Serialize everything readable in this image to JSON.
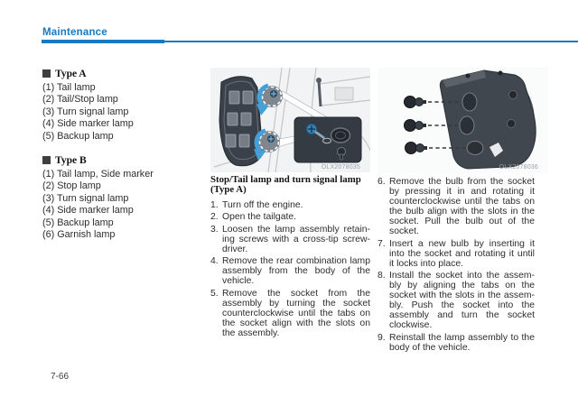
{
  "colors": {
    "accent_blue": "#1879c2",
    "illustration_dark": "#3a414a",
    "arrow_blue": "#44a0d8"
  },
  "icons": {
    "square_bullet": "■",
    "counterclockwise_arrow": "curved-blue-arrow",
    "callout_wedge": "white-pointer-arrow"
  },
  "header": {
    "section_title": "Maintenance"
  },
  "page": {
    "number": "7-66"
  },
  "left_panel": {
    "type_a": {
      "title": "Type A",
      "items": [
        "(1) Tail lamp",
        "(2) Tail/Stop lamp",
        "(3) Turn signal lamp",
        "(4) Side marker lamp",
        "(5) Backup lamp"
      ]
    },
    "type_b": {
      "title": "Type B",
      "items": [
        "(1) Tail lamp, Side marker",
        "(2) Stop lamp",
        "(3) Turn signal lamp",
        "(4) Side marker lamp",
        "(5) Backup lamp",
        "(6) Garnish lamp"
      ]
    }
  },
  "middle_panel": {
    "figure_code": "OLX2078035",
    "caption": {
      "line1": "Stop/Tail lamp and turn signal lamp",
      "line2": "(Type A)"
    },
    "steps": [
      {
        "num": "1.",
        "text": "Turn off the engine."
      },
      {
        "num": "2.",
        "text": "Open the tailgate."
      },
      {
        "num": "3.",
        "text": "Loosen the lamp assembly retain­ing screws with a cross-tip screw­driver."
      },
      {
        "num": "4.",
        "text": "Remove the rear combination lamp assembly from the body of the vehicle."
      },
      {
        "num": "5.",
        "text": "Remove the socket from the assembly by turning the socket counterclockwise until the tabs on the socket align with the slots on the assembly."
      }
    ]
  },
  "right_panel": {
    "figure_code": "OLX2078036",
    "steps": [
      {
        "num": "6.",
        "text": "Remove the bulb from the socket by pressing it in and rotating it counterclockwise until the tabs on the bulb align with the slots in the socket. Pull the bulb out of the socket."
      },
      {
        "num": "7.",
        "text": "Insert a new bulb by inserting it into the socket and rotating it until it locks into place."
      },
      {
        "num": "8.",
        "text": "Install the socket into the assem­bly by aligning the tabs on the socket with the slots in the assem­bly. Push the socket into the assembly and turn the socket clockwise."
      },
      {
        "num": "9.",
        "text": "Reinstall the lamp assembly to the body of the vehicle."
      }
    ]
  }
}
